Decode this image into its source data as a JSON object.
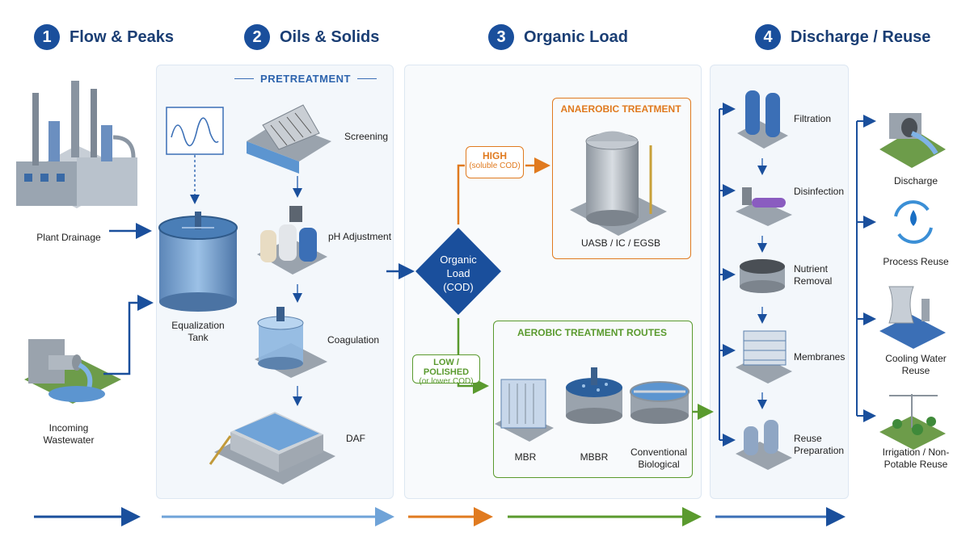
{
  "steps": [
    {
      "num": "1",
      "title": "Flow & Peaks"
    },
    {
      "num": "2",
      "title": "Oils & Solids"
    },
    {
      "num": "3",
      "title": "Organic Load"
    },
    {
      "num": "4",
      "title": "Discharge / Reuse"
    }
  ],
  "sources": {
    "plant_drainage": "Plant Drainage",
    "incoming_line1": "Incoming",
    "incoming_line2": "Wastewater"
  },
  "equalization": {
    "line1": "Equalization",
    "line2": "Tank"
  },
  "pretreatment": {
    "title": "PRETREATMENT",
    "steps": [
      "Screening",
      "pH Adjustment",
      "Coagulation",
      "DAF"
    ]
  },
  "decision": {
    "line1": "Organic",
    "line2": "Load",
    "line3": "(COD)"
  },
  "high": {
    "label": "HIGH",
    "sub": "(soluble COD)"
  },
  "low": {
    "label": "LOW / POLISHED",
    "sub": "(or lower COD)"
  },
  "anaerobic": {
    "title": "ANAEROBIC TREATMENT",
    "reactors": "UASB / IC / EGSB"
  },
  "aerobic": {
    "title": "AEROBIC TREATMENT ROUTES",
    "routes": [
      {
        "line1": "MBR",
        "line2": ""
      },
      {
        "line1": "MBBR",
        "line2": ""
      },
      {
        "line1": "Conventional",
        "line2": "Biological"
      }
    ]
  },
  "polishing": [
    {
      "line1": "Filtration",
      "line2": ""
    },
    {
      "line1": "Disinfection",
      "line2": ""
    },
    {
      "line1": "Nutrient",
      "line2": "Removal"
    },
    {
      "line1": "Membranes",
      "line2": ""
    },
    {
      "line1": "Reuse",
      "line2": "Preparation"
    }
  ],
  "outcomes": [
    {
      "line1": "Discharge",
      "line2": ""
    },
    {
      "line1": "Process Reuse",
      "line2": ""
    },
    {
      "line1": "Cooling Water",
      "line2": "Reuse"
    },
    {
      "line1": "Irrigation / Non-",
      "line2": "Potable Reuse"
    }
  ],
  "colors": {
    "blue": "#1a4f9c",
    "lightblue": "#6fa3d8",
    "orange": "#e07a1f",
    "green": "#5a9a2e",
    "panel": "#f3f7fb"
  }
}
